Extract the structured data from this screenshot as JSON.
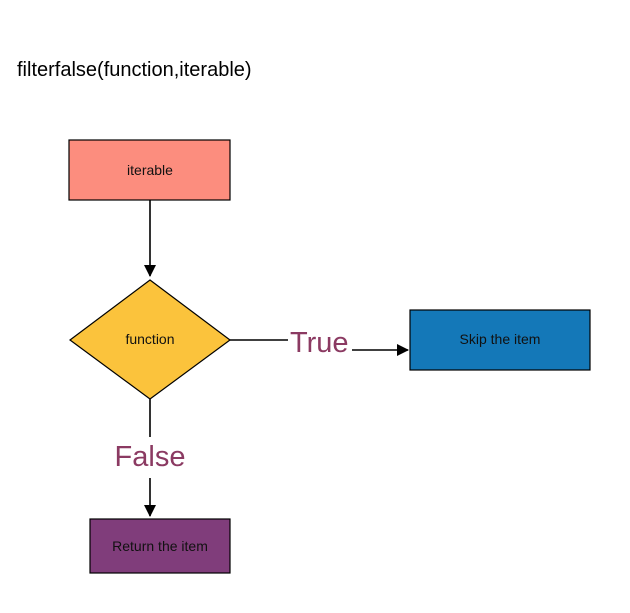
{
  "title": "filterfalse(function,iterable)",
  "nodes": {
    "iterable": {
      "label": "iterable",
      "color": "#fc8d7e"
    },
    "function": {
      "label": "function",
      "color": "#fbc33c"
    },
    "skip": {
      "label": "Skip the item",
      "color": "#1478b8"
    },
    "return": {
      "label": "Return the item",
      "color": "#803d7b"
    }
  },
  "edges": {
    "true_label": "True",
    "false_label": "False",
    "label_color": "#8b3a62"
  }
}
